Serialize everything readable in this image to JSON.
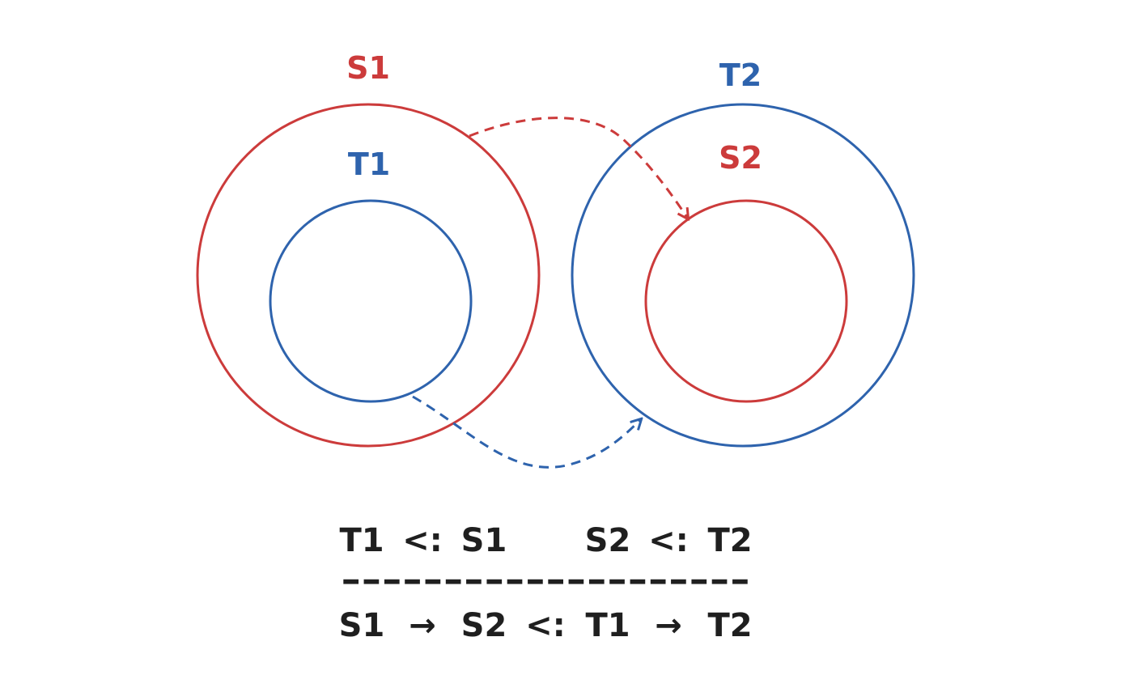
{
  "colors": {
    "red": "#cc3b3b",
    "blue": "#2e63ad",
    "text": "#1f1f1f"
  },
  "labels": {
    "s1": "S1",
    "t1": "T1",
    "t2": "T2",
    "s2": "S2"
  },
  "rule": {
    "premise_left": {
      "sub": "T1",
      "op": "<:",
      "sup": "S1"
    },
    "premise_right": {
      "sub": "S2",
      "op": "<:",
      "sup": "T2"
    },
    "separator": "--------------------",
    "conclusion": {
      "left_domain": "S1",
      "left_arrow": "→",
      "left_codomain": "S2",
      "op": "<:",
      "right_domain": "T1",
      "right_arrow": "→",
      "right_codomain": "T2"
    }
  }
}
